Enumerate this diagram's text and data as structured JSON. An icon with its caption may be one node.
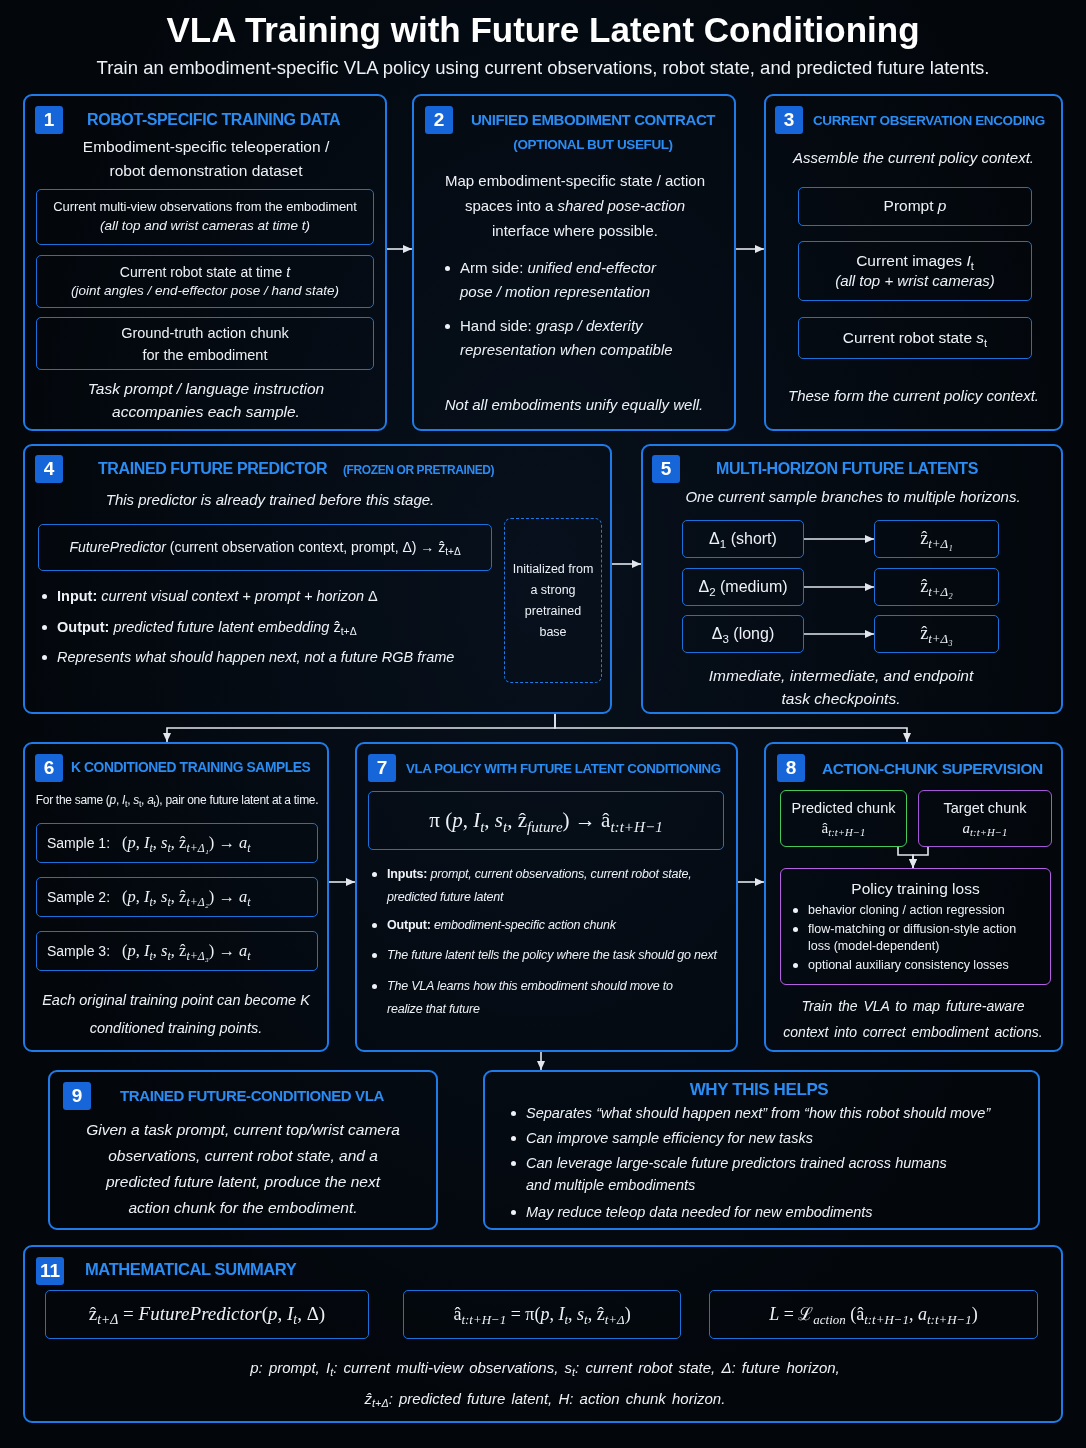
{
  "diagram": {
    "title": "VLA Training with Future Latent Conditioning",
    "nodes": [
      {
        "text": [
          "1",
          "ROBOT-SPECIFIC TRAINING DATA",
          "Embodiment-specific teleoperation / robot demonstration dataset",
          "Task prompt / language instruction accompanies each sample."
        ]
      },
      {
        "text": [
          "Current multi-view observations from the embodiment",
          "(all top and wrist cameras at time *t*)"
        ],
        "in": 0
      },
      {
        "text": [
          "Current robot state at time *t*",
          "(joint angles / end-effector pose / hand state)"
        ],
        "in": 0
      },
      {
        "text": [
          "Ground-truth action chunk for the embodiment"
        ],
        "in": 0
      },
      {
        "text": [
          "2",
          "UNIFIED EMBODIMENT CONTRACT",
          "(OPTIONAL BUT USEFUL)",
          "Map embodiment-specific state / action spaces into a *shared pose-action* interface where possible.",
          "Arm side: *unified end-effector pose / motion representation*",
          "Hand side: *grasp / dexterity representation when compatible*",
          "Not all embodiments unify equally well."
        ]
      },
      {
        "text": [
          "3",
          "CURRENT OBSERVATION ENCODING",
          "Assemble the current policy context.",
          "These form the current policy context."
        ]
      },
      {
        "text": [
          "Prompt *p*"
        ],
        "in": 5
      },
      {
        "text": [
          "Current images *I*$_{t}$",
          "(all top + wrist cameras)"
        ],
        "in": 5
      },
      {
        "text": [
          "Current robot state *s*$_{t}$"
        ],
        "in": 5
      },
      {
        "text": [
          "4",
          "TRAINED FUTURE PREDICTOR",
          "(FROZEN OR PRETRAINED)",
          "This predictor is already trained before this stage.",
          "**Input:** *current visual context + prompt + horizon* Δ",
          "**Output:** *predicted future latent embedding* ẑ$_{t+Δ}$",
          "Represents what should happen next, not a future RGB frame"
        ]
      },
      {
        "text": [
          "*FuturePredictor* (current observation context, prompt, Δ) → ẑ$_{t+Δ}$"
        ],
        "in": 9
      },
      {
        "text": [
          "Initialized from a strong pretrained base"
        ],
        "in": 9
      },
      {
        "text": [
          "5",
          "MULTI-HORIZON FUTURE LATENTS",
          "One current sample branches to multiple horizons.",
          "Immediate, intermediate, and endpoint task checkpoints."
        ]
      },
      {
        "text": [
          "Δ$_{1}$ (short)"
        ],
        "in": 12
      },
      {
        "text": [
          "ẑ$_{t+Δ₁}$"
        ],
        "in": 12
      },
      {
        "text": [
          "Δ$_{2}$ (medium)"
        ],
        "in": 12
      },
      {
        "text": [
          "ẑ$_{t+Δ₂}$"
        ],
        "in": 12
      },
      {
        "text": [
          "Δ$_{3}$ (long)"
        ],
        "in": 12
      },
      {
        "text": [
          "ẑ$_{t+Δ₃}$"
        ],
        "in": 12
      },
      {
        "text": [
          "6",
          "K CONDITIONED TRAINING SAMPLES",
          "For the same (*p*, *I*$_{t}$, *s*$_{t}$, *a*$_{t}$), pair one future latent at a time.",
          "Each original training point can become *K* conditioned training points."
        ]
      },
      {
        "text": [
          "Sample 1:",
          "(*p*, *I*$_{t}$, *s*$_{t}$, ẑ$_{t+Δ₁}$) → *a*$_{t}$"
        ],
        "in": 19
      },
      {
        "text": [
          "Sample 2:",
          "(*p*, *I*$_{t}$, *s*$_{t}$, ẑ$_{t+Δ₂}$) → *a*$_{t}$"
        ],
        "in": 19
      },
      {
        "text": [
          "Sample 3:",
          "(*p*, *I*$_{t}$, *s*$_{t}$, ẑ$_{t+Δ₃}$) → *a*$_{t}$"
        ],
        "in": 19
      },
      {
        "text": [
          "7",
          "VLA POLICY WITH FUTURE LATENT CONDITIONING",
          "**Inputs:** *prompt, current observations, current robot state, predicted future latent*",
          "**Output:** *embodiment-specific action chunk*",
          "The future latent tells the policy where the task should go next",
          "The VLA learns how this embodiment should move to realize that future"
        ]
      },
      {
        "text": [
          "π (*p*, *I*$_{t}$, *s*$_{t}$, ẑ$_{future}$) → â$_{t:t+H−1}$"
        ],
        "in": 23
      },
      {
        "text": [
          "8",
          "ACTION-CHUNK SUPERVISION",
          "Train the VLA to map future-aware context into correct embodiment actions."
        ]
      },
      {
        "text": [
          "Predicted chunk",
          "â$_{t:t+H−1}$"
        ],
        "in": 25
      },
      {
        "text": [
          "Target chunk",
          "*a*$_{t:t+H−1}$"
        ],
        "in": 25
      },
      {
        "text": [
          "Policy training loss",
          "behavior cloning / action regression",
          "flow-matching or diffusion-style action loss (model-dependent)",
          "optional auxiliary consistency losses"
        ],
        "in": 25
      },
      {
        "text": [
          "9",
          "TRAINED FUTURE-CONDITIONED VLA",
          "Given a task prompt, current top/wrist camera observations, current robot state, and a predicted future latent, produce the next action chunk for the embodiment."
        ]
      },
      {
        "text": [
          "WHY THIS HELPS",
          "Separates “what should happen next” from “how this robot should move”",
          "Can improve sample efficiency for new tasks",
          "Can leverage large-scale future predictors trained across humans and multiple embodiments",
          "May reduce teleop data needed for new embodiments"
        ]
      },
      {
        "text": [
          "11",
          "MATHEMATICAL SUMMARY",
          "*p*: prompt, *I*$_{t}$: current multi-view observations, *s*$_{t}$: current robot state, Δ: future horizon,",
          "ẑ$_{t+Δ}$: predicted future latent, *H*: action chunk horizon."
        ]
      },
      {
        "text": [
          "ẑ$_{t+Δ}$ = *FuturePredictor*(*p*, *I*$_{t}$, Δ)"
        ],
        "in": 31
      },
      {
        "text": [
          "â$_{t:t+H−1}$ = π(*p*, *I*$_{t}$, *s*$_{t}$, ẑ$_{t+Δ}$)"
        ],
        "in": 31
      },
      {
        "text": [
          "*L* = ℒ$_{action}$ (â$_{t:t+H−1}$, *a*$_{t:t+H−1}$)"
        ],
        "in": 31
      }
    ],
    "edges": [
      {
        "from": 0,
        "to": 4,
        "arrow": "to"
      },
      {
        "from": 4,
        "to": 5,
        "arrow": "to"
      },
      {
        "from": 9,
        "to": 12,
        "arrow": "to"
      },
      {
        "from": 13,
        "to": 14,
        "arrow": "to"
      },
      {
        "from": 15,
        "to": 16,
        "arrow": "to"
      },
      {
        "from": 17,
        "to": 18,
        "arrow": "to"
      },
      {
        "from": 9,
        "to": 19,
        "arrow": "to"
      },
      {
        "from": 9,
        "to": 25,
        "arrow": "to"
      },
      {
        "from": 19,
        "to": 23,
        "arrow": "to"
      },
      {
        "from": 23,
        "to": 25,
        "arrow": "to"
      },
      {
        "from": 26,
        "to": 28,
        "arrow": "to"
      },
      {
        "from": 27,
        "to": 28,
        "arrow": "to"
      },
      {
        "from": 23,
        "to": 30,
        "arrow": "to"
      }
    ],
    "labels": [
      "Train an embodiment-specific VLA policy using current observations, robot state, and predicted future latents."
    ]
  }
}
